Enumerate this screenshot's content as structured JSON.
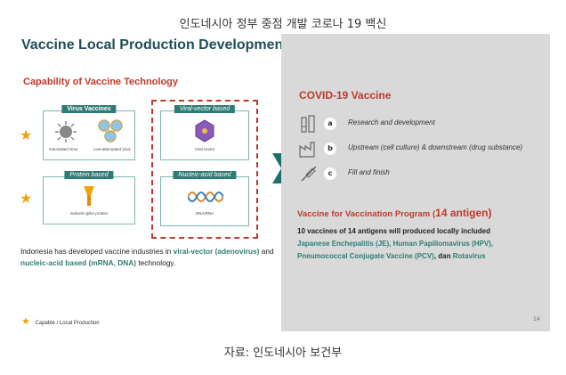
{
  "caption_top": "인도네시아 정부 중점 개발 코로나 19 백신",
  "caption_bottom": "자료: 인도네시아 보건부",
  "slide": {
    "title": "Vaccine Local Production Development",
    "capability_title": "Capability of Vaccine Technology",
    "boxes": {
      "virus": {
        "label": "Virus Vaccines",
        "sub1": "Inactivated virus",
        "sub2": "Live-attenuated virus"
      },
      "protein": {
        "label": "Protein based",
        "sub": "Subunit spike protein"
      },
      "viral_vector": {
        "label": "Viral-vector based",
        "sub": "Viral vector"
      },
      "nucleic": {
        "label": "Nucleic-acid based",
        "sub": "DNA/RNA"
      }
    },
    "description": {
      "part1": "Indonesia has developed vaccine industries in ",
      "hl1": "viral-vector (adenovirus)",
      "part2": " and ",
      "hl2": "nucleic-acid based (mRNA, DNA)",
      "part3": " technology."
    },
    "legend": "Capable / Local Production",
    "covid_title": "COVID-19 Vaccine",
    "steps": [
      {
        "letter": "a",
        "text": "Research and development",
        "icon": "lab-flask-icon"
      },
      {
        "letter": "b",
        "text": "Upstream (cell culture) & downstream (drug substance)",
        "icon": "factory-icon"
      },
      {
        "letter": "c",
        "text": "Fill and finish",
        "icon": "syringe-icon"
      }
    ],
    "vvp_title_prefix": "Vaccine for Vaccination Program (",
    "vvp_title_big": "14 antigen",
    "vvp_title_suffix": ")",
    "vvp_line1": "10 vaccines of 14 antigens will produced locally included",
    "vvp_teal1": "Japanese Enchepalitis (JE), Human Papillomavirus (HPV),",
    "vvp_teal2": "Pneumococcal Conjugate Vaccine (PCV)",
    "vvp_plain": ", dan ",
    "vvp_teal3": "Rotavirus",
    "page_number": "14"
  },
  "colors": {
    "accent_red": "#c0392b",
    "teal": "#2f7c74",
    "star": "#f0a30a",
    "panel_gray": "#d9d9d9"
  }
}
